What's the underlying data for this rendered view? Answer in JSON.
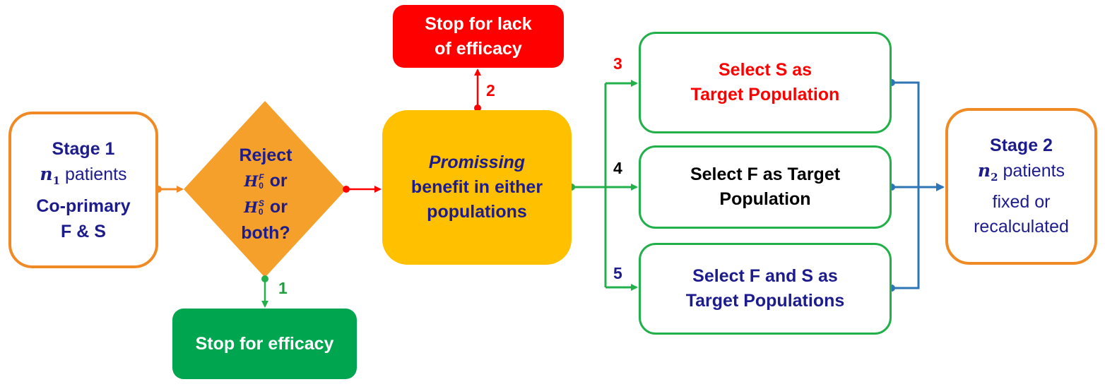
{
  "stage1": {
    "title": "Stage 1",
    "n_symbol": "n",
    "n_sub": "1",
    "n_text": "patients",
    "line3": "Co-primary",
    "line4": "F & S"
  },
  "decision": {
    "line1": "Reject",
    "h_symbol": "H",
    "h_sub": "0",
    "h_sup_f": "F",
    "h_sup_s": "S",
    "or1": "or",
    "or2": "or",
    "line4": "both?"
  },
  "promising": {
    "line1": "Promissing",
    "line2": "benefit in either",
    "line3": "populations"
  },
  "stop_lack": {
    "line1": "Stop for lack",
    "line2": "of efficacy"
  },
  "stop_efficacy": {
    "label": "Stop for efficacy"
  },
  "select_s": {
    "line1": "Select S as",
    "line2": "Target Population"
  },
  "select_f": {
    "line1": "Select F as Target",
    "line2": "Population"
  },
  "select_fs": {
    "line1": "Select F and S as",
    "line2": "Target Populations"
  },
  "stage2": {
    "title": "Stage 2",
    "n_symbol": "n",
    "n_sub": "2",
    "n_text": "patients",
    "line3": "fixed or",
    "line4": "recalculated"
  },
  "numbers": {
    "n1": "1",
    "n2": "2",
    "n3": "3",
    "n4": "4",
    "n5": "5"
  },
  "colors": {
    "orange": "#f08a24",
    "diamond": "#f4a02a",
    "gold": "#ffc000",
    "red": "#ff0000",
    "green": "#00a550",
    "blue": "#2e75b6",
    "navy": "#1c1c8c"
  }
}
